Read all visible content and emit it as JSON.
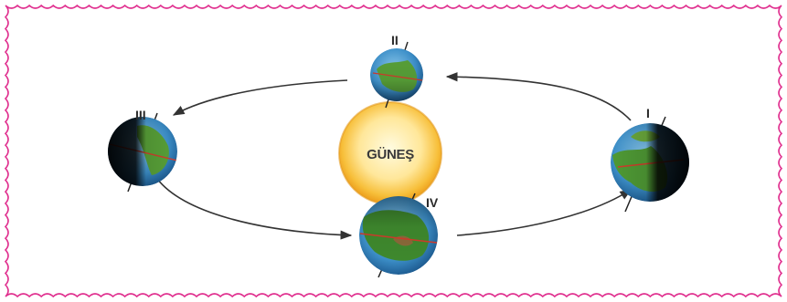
{
  "diagram": {
    "sun_label": "GÜNEŞ",
    "positions": [
      {
        "id": "I",
        "label": "I"
      },
      {
        "id": "II",
        "label": "II"
      },
      {
        "id": "III",
        "label": "III"
      },
      {
        "id": "IV",
        "label": "IV"
      }
    ]
  },
  "colors": {
    "border": "#e0308f",
    "sun_core": "#fff5c2",
    "sun_edge": "#f0a21c",
    "ocean": "#3c8fc9",
    "land": "#4f9a35",
    "orbit": "#333333"
  },
  "icons": [
    "sun-icon",
    "earth-icon",
    "orbit-arrow-icon"
  ]
}
